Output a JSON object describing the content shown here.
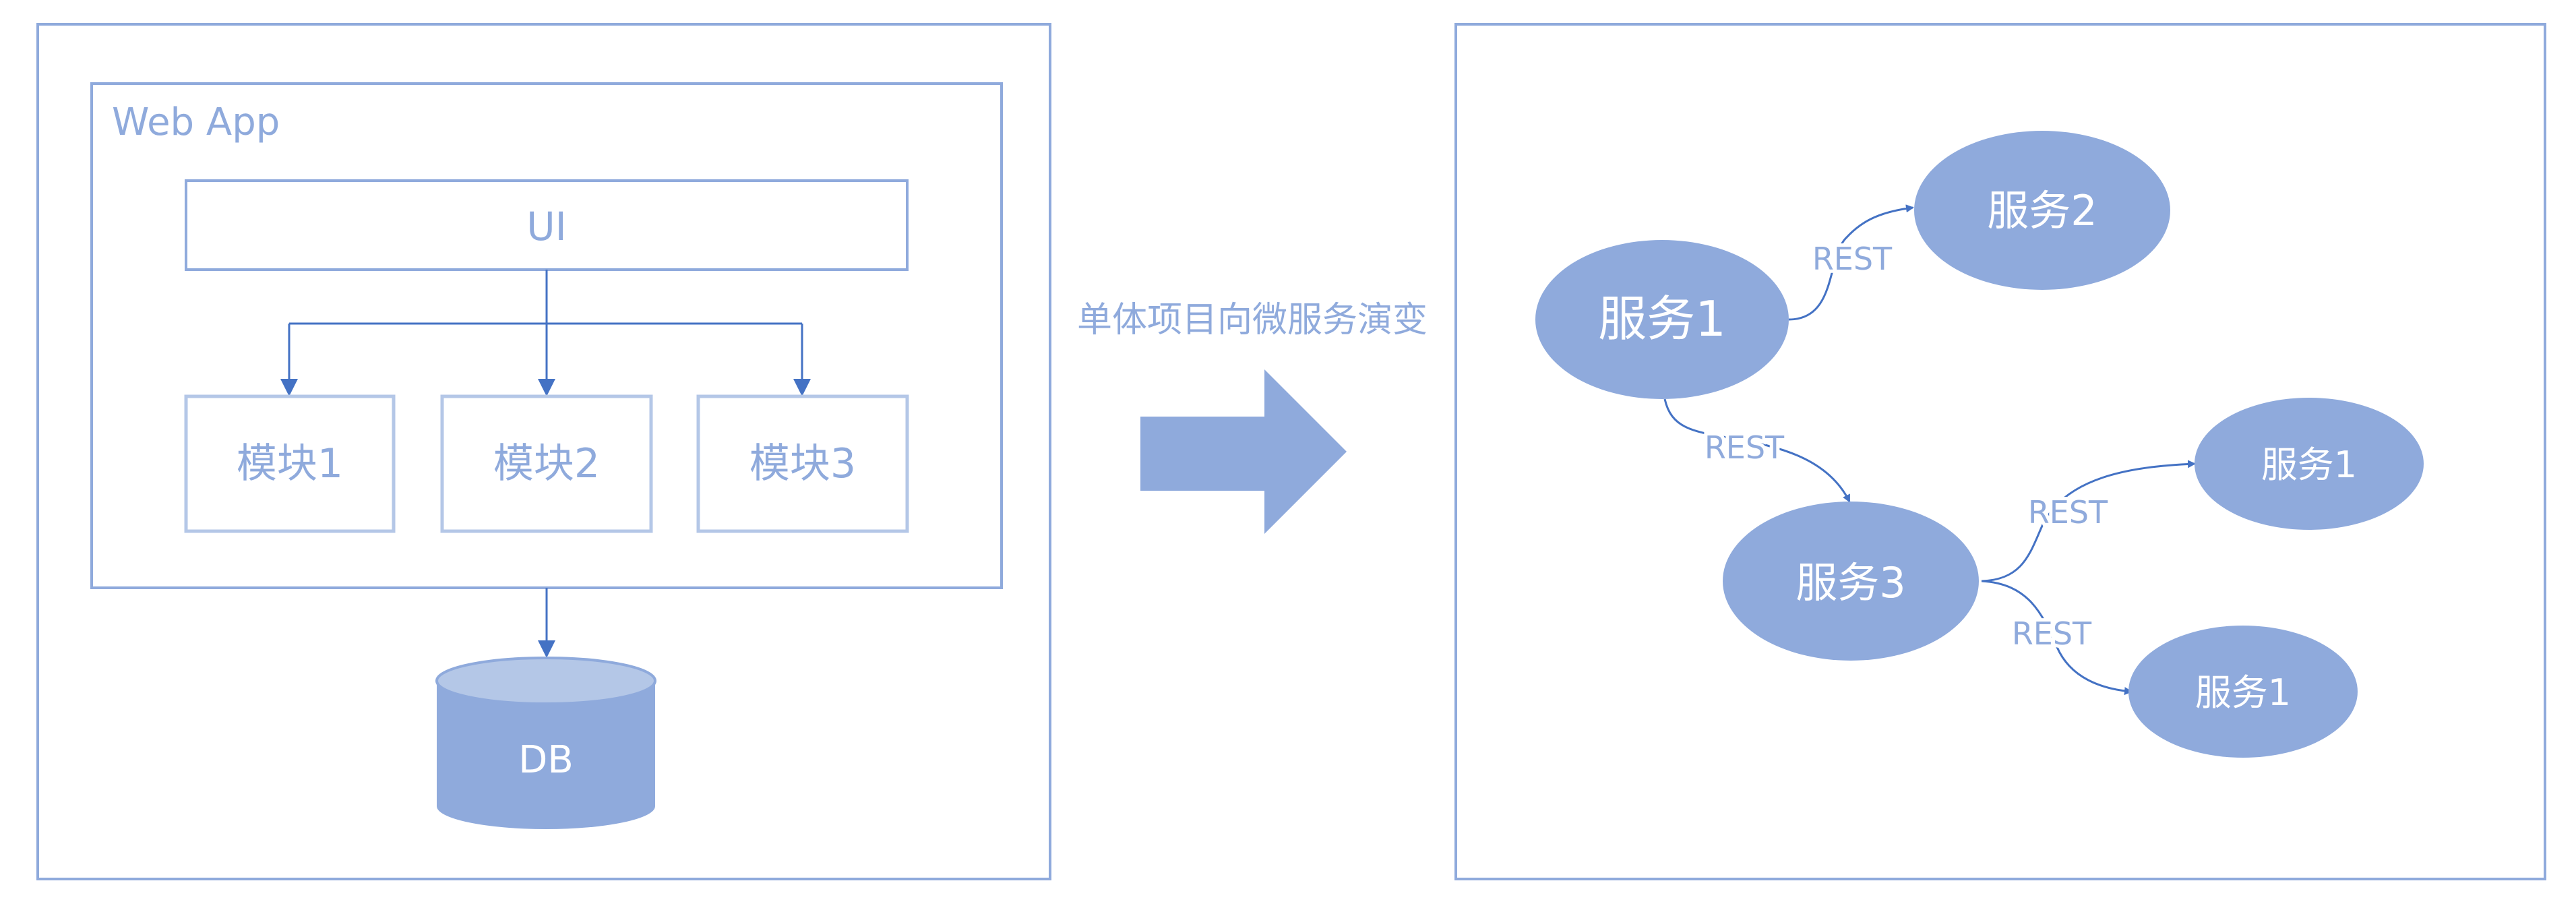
{
  "colors": {
    "frame": "#8faadc",
    "text": "#8faadc",
    "node_fill": "#8faadc",
    "node_text": "#ffffff",
    "arrow": "#4472c4",
    "db_top": "#b4c7e7"
  },
  "monolith": {
    "app_label": "Web App",
    "ui_label": "UI",
    "modules": [
      "模块1",
      "模块2",
      "模块3"
    ],
    "db_label": "DB"
  },
  "transition": {
    "caption": "单体项目向微服务演变"
  },
  "microservices": {
    "services": [
      "服务2",
      "服务1",
      "服务3",
      "服务1",
      "服务1"
    ],
    "rest_label": "REST"
  }
}
